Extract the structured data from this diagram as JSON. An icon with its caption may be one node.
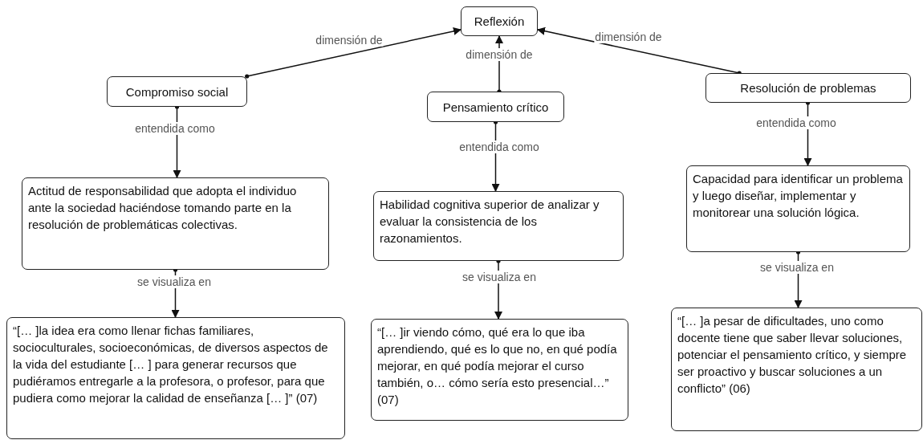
{
  "diagram": {
    "nodes": [
      {
        "text": [
          "Reflexión"
        ]
      },
      {
        "text": [
          "Compromiso social"
        ]
      },
      {
        "text": [
          "Pensamiento crítico"
        ]
      },
      {
        "text": [
          "Resolución de problemas"
        ]
      },
      {
        "text": [
          "Actitud de responsabilidad que adopta el individuo ante la sociedad haciéndose tomando parte en la resolución de problemáticas colectivas."
        ]
      },
      {
        "text": [
          "Habilidad cognitiva superior de analizar y evaluar la consistencia de los razonamientos."
        ]
      },
      {
        "text": [
          "Capacidad para identificar un problema y luego diseñar, implementar y monitorear una solución lógica."
        ]
      },
      {
        "text": [
          "“[… ]la idea era como llenar fichas familiares, socioculturales, socioeconómicas, de diversos aspectos de la vida del estudiante [… ] para generar recursos que pudiéramos entregarle a la profesora, o profesor, para que pudiera como mejorar la calidad de enseñanza [… ]” (07)"
        ]
      },
      {
        "text": [
          "“[… ]ir viendo cómo, qué era lo que iba aprendiendo, qué es lo que no, en qué podía mejorar, en qué podía mejorar el curso también, o… cómo sería esto presencial…” (07)"
        ]
      },
      {
        "text": [
          "“[… ]a pesar de dificultades, uno como docente tiene que saber llevar soluciones, potenciar el pensamiento crítico, y siempre ser proactivo y buscar soluciones a un conflicto” (06)"
        ]
      }
    ],
    "edges": [
      {
        "from": 1,
        "to": 0,
        "arrow": "to",
        "label": "dimensión de"
      },
      {
        "from": 2,
        "to": 0,
        "arrow": "to",
        "label": "dimensión de"
      },
      {
        "from": 3,
        "to": 0,
        "arrow": "to",
        "label": "dimensión de"
      },
      {
        "from": 1,
        "to": 4,
        "arrow": "to",
        "label": "entendida como"
      },
      {
        "from": 2,
        "to": 5,
        "arrow": "to",
        "label": "entendida como"
      },
      {
        "from": 3,
        "to": 6,
        "arrow": "to",
        "label": "entendida como"
      },
      {
        "from": 4,
        "to": 7,
        "arrow": "to",
        "label": "se visualiza en"
      },
      {
        "from": 5,
        "to": 8,
        "arrow": "to",
        "label": "se visualiza en"
      },
      {
        "from": 6,
        "to": 9,
        "arrow": "to",
        "label": "se visualiza en"
      }
    ]
  }
}
